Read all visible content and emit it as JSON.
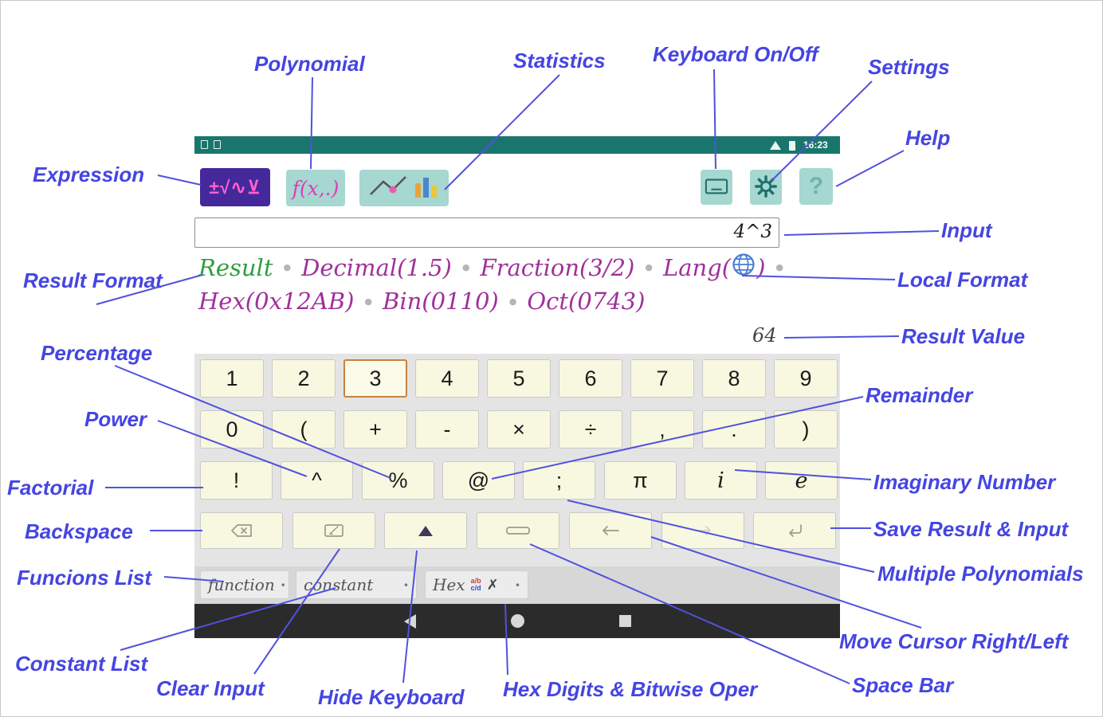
{
  "annotations": [
    {
      "id": "polynomial",
      "label": "Polynomial"
    },
    {
      "id": "statistics",
      "label": "Statistics"
    },
    {
      "id": "keyboard-on-off",
      "label": "Keyboard On/Off"
    },
    {
      "id": "settings",
      "label": "Settings"
    },
    {
      "id": "help",
      "label": "Help"
    },
    {
      "id": "expression",
      "label": "Expression"
    },
    {
      "id": "input",
      "label": "Input"
    },
    {
      "id": "result-format",
      "label": "Result Format"
    },
    {
      "id": "local-format",
      "label": "Local Format"
    },
    {
      "id": "result-value",
      "label": "Result Value"
    },
    {
      "id": "percentage",
      "label": "Percentage"
    },
    {
      "id": "power",
      "label": "Power"
    },
    {
      "id": "remainder",
      "label": "Remainder"
    },
    {
      "id": "factorial",
      "label": "Factorial"
    },
    {
      "id": "imaginary-number",
      "label": "Imaginary Number"
    },
    {
      "id": "backspace",
      "label": "Backspace"
    },
    {
      "id": "save-result-input",
      "label": "Save Result & Input"
    },
    {
      "id": "funcions-list",
      "label": "Funcions List"
    },
    {
      "id": "multiple-polynomials",
      "label": "Multiple Polynomials"
    },
    {
      "id": "move-cursor",
      "label": "Move Cursor Right/Left"
    },
    {
      "id": "constant-list",
      "label": "Constant List"
    },
    {
      "id": "clear-input",
      "label": "Clear Input"
    },
    {
      "id": "hide-keyboard",
      "label": "Hide Keyboard"
    },
    {
      "id": "hex-digits",
      "label": "Hex Digits & Bitwise Oper"
    },
    {
      "id": "space-bar",
      "label": "Space Bar"
    }
  ],
  "app": {
    "status": {
      "time": "16:23"
    },
    "toolbar": {
      "expression": "±√∿⊻",
      "polynomial": "f(x,.)",
      "help": "?"
    },
    "input_value": "4^3",
    "formats": {
      "line1": [
        {
          "id": "result",
          "label": "Result"
        },
        {
          "id": "decimal",
          "label": "Decimal(1.5)"
        },
        {
          "id": "fraction",
          "label": "Fraction(3/2)"
        },
        {
          "id": "lang",
          "label": "Lang(",
          "suffix": ")",
          "icon": "globe"
        }
      ],
      "line2": [
        {
          "id": "hex",
          "label": "Hex(0x12AB)"
        },
        {
          "id": "bin",
          "label": "Bin(0110)"
        },
        {
          "id": "oct",
          "label": "Oct(0743)"
        }
      ]
    },
    "result_value": "64",
    "keyboard": {
      "rows": [
        {
          "keys": [
            {
              "n": "key-1",
              "t": "1"
            },
            {
              "n": "key-2",
              "t": "2"
            },
            {
              "n": "key-3",
              "t": "3",
              "hl": true
            },
            {
              "n": "key-4",
              "t": "4"
            },
            {
              "n": "key-5",
              "t": "5"
            },
            {
              "n": "key-6",
              "t": "6"
            },
            {
              "n": "key-7",
              "t": "7"
            },
            {
              "n": "key-8",
              "t": "8"
            },
            {
              "n": "key-9",
              "t": "9"
            }
          ]
        },
        {
          "keys": [
            {
              "n": "key-0",
              "t": "0"
            },
            {
              "n": "key-open-paren",
              "t": "("
            },
            {
              "n": "key-plus",
              "t": "+"
            },
            {
              "n": "key-minus",
              "t": "-"
            },
            {
              "n": "key-multiply",
              "t": "×"
            },
            {
              "n": "key-divide",
              "t": "÷"
            },
            {
              "n": "key-comma",
              "t": ","
            },
            {
              "n": "key-dot",
              "t": "."
            },
            {
              "n": "key-close-paren",
              "t": ")"
            }
          ]
        },
        {
          "keys": [
            {
              "n": "key-factorial",
              "t": "!"
            },
            {
              "n": "key-power",
              "t": "^"
            },
            {
              "n": "key-percent",
              "t": "%"
            },
            {
              "n": "key-remainder",
              "t": "@"
            },
            {
              "n": "key-semicolon",
              "t": ";"
            },
            {
              "n": "key-pi",
              "t": "π"
            },
            {
              "n": "key-imaginary",
              "t": "i",
              "it": true
            },
            {
              "n": "key-e",
              "t": "e",
              "it": true
            }
          ]
        },
        {
          "keys": [
            {
              "n": "key-backspace",
              "icon": "backspace"
            },
            {
              "n": "key-clear",
              "icon": "clear"
            },
            {
              "n": "key-hide-keyboard",
              "icon": "hide"
            },
            {
              "n": "key-space",
              "icon": "space"
            },
            {
              "n": "key-cursor-left",
              "icon": "left"
            },
            {
              "n": "key-cursor-right",
              "icon": "right"
            },
            {
              "n": "key-enter-save",
              "icon": "enter"
            }
          ]
        }
      ],
      "chips": [
        {
          "n": "chip-function-list",
          "label": "function",
          "dot": "·"
        },
        {
          "n": "chip-constant-list",
          "label": "constant",
          "dot": "·"
        },
        {
          "n": "chip-hex",
          "label": "Hex",
          "dot": "·",
          "frac": true,
          "x": "✗"
        }
      ]
    }
  }
}
